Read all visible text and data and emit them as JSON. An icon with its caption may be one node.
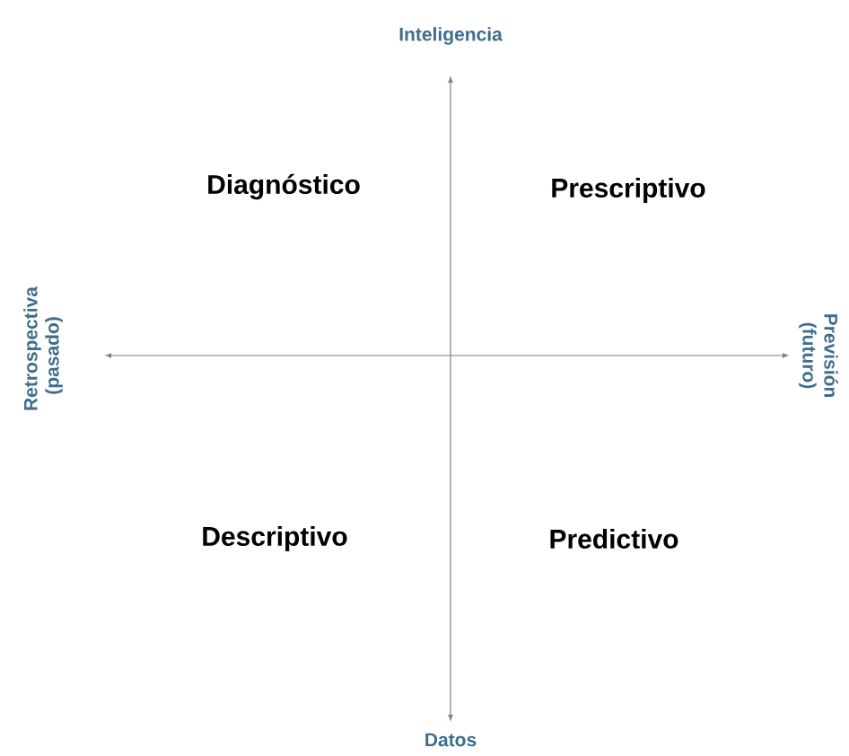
{
  "diagram": {
    "labels": [
      "Inteligencia",
      "Retrospectiva (pasado)",
      "Previsión (futuro)",
      "Diagnóstico",
      "Prescriptivo",
      "Descriptivo",
      "Predictivo",
      "Datos"
    ]
  }
}
